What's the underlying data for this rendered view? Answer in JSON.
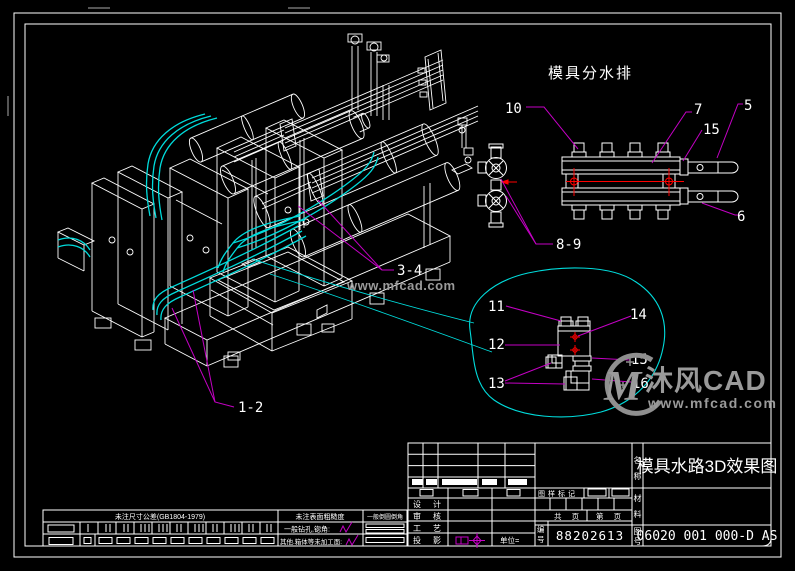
{
  "colors": {
    "background": "#000000",
    "wire": "#ffffff",
    "pipes_cyan": "#00dcdc",
    "leader_magenta": "#c400c4",
    "centerline_red": "#ff0000",
    "watermark_gray": "#9a9a9a"
  },
  "drawing": {
    "manifold_title": "模具分水排",
    "watermark_text": "www.mfcad.com",
    "logo": {
      "mf": "M",
      "brand": "沐风CAD",
      "site": "www.mfcad.com"
    },
    "callouts": {
      "main_a": "1-2",
      "main_b": "3-4",
      "m_left": "8-9",
      "m_top": "10",
      "m_body": "7",
      "m_out_top": "5",
      "m_flange": "15",
      "m_out_bot": "6",
      "d11": "11",
      "d12": "12",
      "d13": "13",
      "d14": "14",
      "d15": "15",
      "d16": "16"
    }
  },
  "title_block": {
    "title": "模具水路3D效果图",
    "name_label": "名称",
    "material_label": "材料",
    "figno_label": "图号",
    "serial_label": "编号",
    "serial": "88202613",
    "drawing_no": "06020 001 000-D AS",
    "row_design": "设计",
    "row_check": "审核",
    "row_process": "工艺",
    "row_projection": "投影",
    "mark_label": "图样标记",
    "pages_total": "共 页",
    "pages_current": "第 页",
    "unit_label": "单位="
  },
  "tolerance_table": {
    "header_tolerance": "未注尺寸公差(GB1804-1979)",
    "header_roughness": "未注表面粗糙度",
    "header_chamfer": "一般倒圆倒角",
    "row_drill": "一般钻孔,锪角:",
    "row_other": "其他.箱体等未加工面:"
  }
}
